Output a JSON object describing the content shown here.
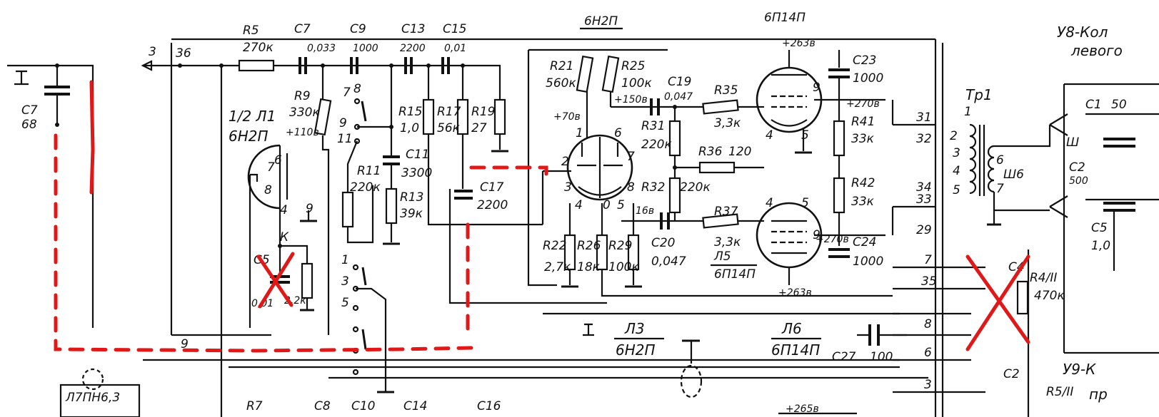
{
  "colors": {
    "ink": "#111111",
    "annotation": "#e01818",
    "paper": "#ffffff"
  },
  "components": {
    "c7": "C7",
    "c7_val": "68",
    "r5": "R5",
    "r5_val": "270к",
    "c7b": "C7",
    "c7b_val": "0,033",
    "c9": "C9",
    "c9_val": "1000",
    "c13": "C13",
    "c13_val": "2200",
    "c15": "C15",
    "c15_val": "0,01",
    "r9": "R9",
    "r9_val": "330к",
    "v_r9": "+110в",
    "l1_part": "1/2 Л1",
    "l1_type": "6Н2П",
    "c5": "C5",
    "c5_val": "0,01",
    "r6_val": "2,2к",
    "r15": "R15",
    "r15_val": "1,0",
    "r11": "R11",
    "r11_val": "220к",
    "c11": "C11",
    "c11_val": "3300",
    "r13": "R13",
    "r13_val": "39к",
    "r17": "R17",
    "r17_val": "56к",
    "r19": "R19",
    "r19_val": "27",
    "c17": "C17",
    "c17_val": "2200",
    "l2_type": "6Н2П",
    "r21": "R21",
    "r21_val": "560к",
    "r25": "R25",
    "r25_val": "100к",
    "v_150": "+150в",
    "v_70": "+70в",
    "c19": "C19",
    "c19_val": "0,047",
    "r35": "R35",
    "r35_val": "3,3к",
    "r31": "R31",
    "r31_val": "220к",
    "r36": "R36",
    "r36_val": "120",
    "r32": "R32",
    "r32_val": "220к",
    "r37": "R37",
    "r37_val": "3,3к",
    "v_16": "16в",
    "c20": "C20",
    "c20_val": "0,047",
    "r22": "R22",
    "r22_val": "2,7к",
    "r26": "R26",
    "r26_val": "18к",
    "r29": "R29",
    "r29_val": "100к",
    "l4_type": "6П14П",
    "v_263a": "+263в",
    "c23": "C23",
    "c23_val": "1000",
    "v_270a": "+270в",
    "r41": "R41",
    "r41_val": "33к",
    "r42": "R42",
    "r42_val": "33к",
    "v_270b": "+270в",
    "c24": "C24",
    "c24_val": "1000",
    "v_263b": "+263в",
    "l5": "Л5",
    "l5_type": "6П14П",
    "l3": "Л3",
    "l3_type": "6Н2П",
    "l6": "Л6",
    "l6_type": "6П14П",
    "c27": "C27",
    "c27_val": "100",
    "v_265": "+265в",
    "tr1": "Тр1",
    "sh6": "Ш6",
    "y8": "У8-Кол",
    "y8_sub": "левого",
    "y9": "У9-К",
    "y9_sub": "пр",
    "c1": "C1",
    "c1_val": "50",
    "c2": "C2",
    "c2_val": "500",
    "c5r": "C5",
    "c5r_val": "1,0",
    "sh": "Ш",
    "r4": "R4/II",
    "r4_val": "470к",
    "c4": "C4",
    "r5ii": "R5/II",
    "c2r": "C2",
    "l7": "Л7ПН6,3",
    "r7": "R7",
    "c8": "C8",
    "c10": "C10",
    "c14": "C14",
    "c16": "C16"
  },
  "terminals": {
    "t3": "3",
    "t36": "36",
    "t9": "9",
    "t31": "31",
    "t32": "32",
    "t34": "34",
    "t33": "33",
    "t29": "29",
    "t7": "7",
    "t35": "35",
    "t8": "8",
    "t6": "6",
    "t3b": "3",
    "tr_1": "1",
    "tr_2": "2",
    "tr_3": "3",
    "tr_4": "4",
    "tr_5": "5",
    "tr_6": "6",
    "tr_7": "7",
    "sw_7": "7",
    "sw_8": "8",
    "sw_9": "9",
    "sw_11": "11",
    "sw_1": "1",
    "sw_3": "3",
    "sw_5": "5",
    "p6": "6",
    "p7": "7",
    "p8": "8",
    "p4": "4",
    "p9": "9",
    "pk": "К"
  }
}
